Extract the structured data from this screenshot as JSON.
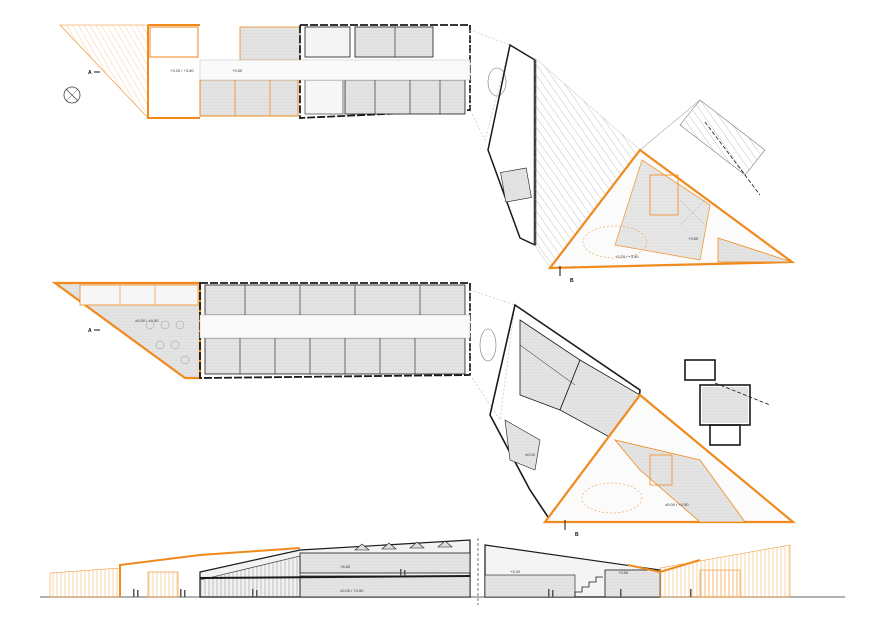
{
  "colors": {
    "accent": "#f08a1c",
    "wall": "#1a1a1a",
    "room_fill": "#e3e3e3",
    "hatch": "#9a9a9a",
    "ground": "#333333"
  },
  "section_marks": {
    "top_a": "A",
    "top_b": "B",
    "mid_a": "A",
    "mid_b": "B"
  },
  "level_labels": {
    "top_1": "+3.20 / +3.50",
    "top_2": "+3.50",
    "top_3": "+3.20 / +3.50",
    "top_4": "+3.50",
    "mid_1": "±0.00 / +0.50",
    "mid_2": "±0.00",
    "mid_3": "±0.00 / +0.50",
    "sec_1": "+6.60",
    "sec_2": "+3.20",
    "sec_3": "±0.00 / +0.50",
    "sec_4": "+3.50"
  },
  "icons": {
    "north": "north-arrow-icon"
  }
}
